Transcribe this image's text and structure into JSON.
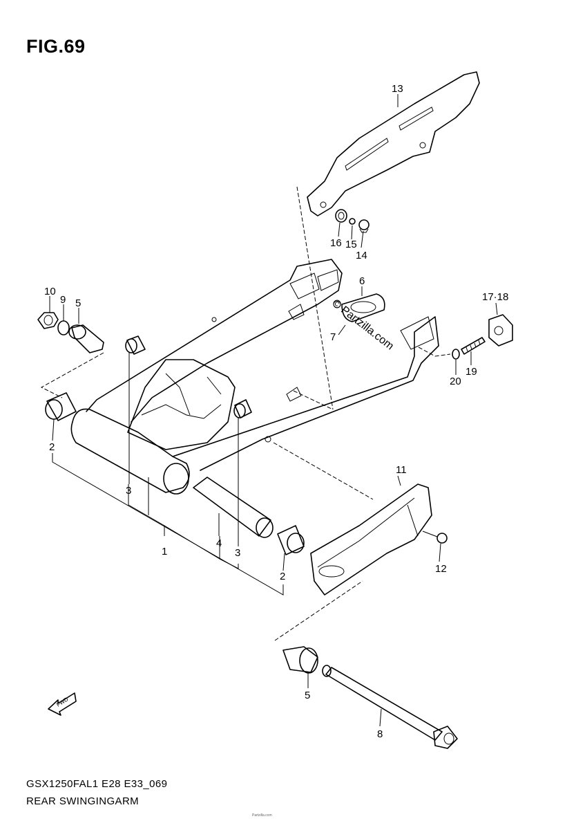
{
  "figure_title": "FIG.69",
  "callouts": {
    "c1": "1",
    "c2a": "2",
    "c2b": "2",
    "c3a": "3",
    "c3b": "3",
    "c4": "4",
    "c5a": "5",
    "c5b": "5",
    "c6": "6",
    "c7": "7",
    "c8": "8",
    "c9": "9",
    "c10": "10",
    "c11": "11",
    "c12": "12",
    "c13": "13",
    "c14": "14",
    "c15": "15",
    "c16": "16",
    "c1718": "17·18",
    "c19": "19",
    "c20": "20"
  },
  "watermark": "© Partzilla.com",
  "fwd_label": "FWD",
  "footer": {
    "model_code": "GSX1250FAL1 E28 E33_069",
    "section_name": "REAR SWINGINGARM",
    "copyright": "Partzilla.com"
  }
}
